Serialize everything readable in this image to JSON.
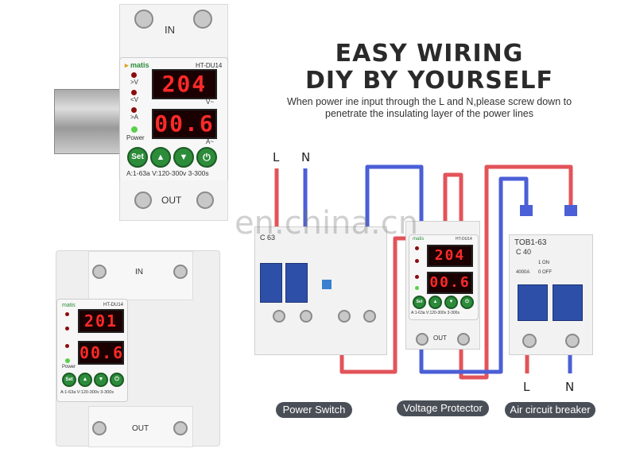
{
  "heading": {
    "line1": "EASY WIRING",
    "line2": "DIY BY YOURSELF",
    "desc1": "When power ine input through the L and N,please screw down to",
    "desc2": "penetrate the insulating layer of the power lines"
  },
  "watermark": "en.china.cn",
  "device": {
    "brand": "matis",
    "model": "HT-DU14",
    "in_label": "IN",
    "out_label": "OUT",
    "voltage_display": "204",
    "current_display": "00.6",
    "v_unit": "V~",
    "a_unit": "A~",
    "ind_v_up": ">V",
    "ind_v_down": "<V",
    "ind_a": ">A",
    "power_label": "Power",
    "set_label": "Set",
    "spec": "A:1-63a  V:120-300v  3-300s",
    "small_voltage_display": "201",
    "small_current_display": "00.6",
    "small_spec": "A:1-63a V:120-300v 3-300s",
    "power_small": "Power"
  },
  "wiring": {
    "input_L": "L",
    "input_N": "N",
    "output_L": "L",
    "output_N": "N",
    "breaker_model": "TOB1-63",
    "breaker_rating": "C 40",
    "breaker_on": "1 ON",
    "breaker_off": "0 OFF",
    "breaker_cap": "4000A",
    "rcd_label": "C 63",
    "protector_out": "OUT"
  },
  "captions": {
    "power_switch": "Power Switch",
    "voltage_protector": "Voltage Protector",
    "air_breaker": "Air circuit breaker"
  },
  "colors": {
    "live_wire": "#e2545a",
    "neutral_wire": "#4b5fd6",
    "display_red": "#ff2a2a",
    "button_green": "#2c8c3a",
    "lever_blue": "#2d4fa8",
    "caption_bg": "#4a4f57"
  }
}
